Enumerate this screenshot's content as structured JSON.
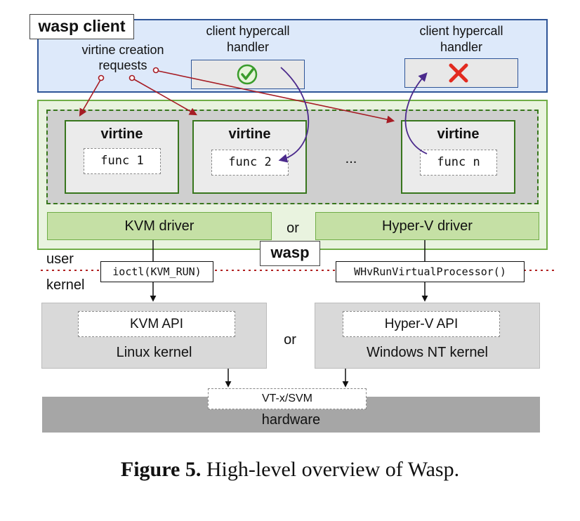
{
  "client": {
    "title": "wasp client",
    "requests_label": "virtine creation\nrequests",
    "handler1_label": "client hypercall\nhandler",
    "handler2_label": "client hypercall\nhandler"
  },
  "wasp": {
    "title": "wasp",
    "virtines": [
      {
        "title": "virtine",
        "func": "func 1"
      },
      {
        "title": "virtine",
        "func": "func 2"
      },
      {
        "title": "virtine",
        "func": "func n"
      }
    ],
    "ellipsis": "...",
    "kvm_driver": "KVM driver",
    "or": "or",
    "hyperv_driver": "Hyper-V driver"
  },
  "boundary": {
    "user": "user",
    "kernel": "kernel",
    "ioctl": "ioctl(KVM_RUN)",
    "whv": "WHvRunVirtualProcessor()"
  },
  "kernels": {
    "linux_api": "KVM API",
    "linux_name": "Linux kernel",
    "or": "or",
    "nt_api": "Hyper-V API",
    "nt_name": "Windows NT kernel"
  },
  "hardware": {
    "vtx": "VT-x/SVM",
    "name": "hardware"
  },
  "caption": {
    "label": "Figure 5.",
    "text": "High-level overview of Wasp."
  },
  "colors": {
    "client_bg": "#dde9fa",
    "client_border": "#2f5597",
    "wasp_bg": "#e9f3df",
    "wasp_border": "#70ad47",
    "virtine_border": "#38761d",
    "driver_bg": "#c5e0a5",
    "request_arrow": "#a61c24",
    "hypercall_arrow": "#4b2a8c",
    "boundary_line": "#b22222",
    "kernel_bg": "#d9d9d9",
    "hardware_bg": "#a6a6a6"
  }
}
